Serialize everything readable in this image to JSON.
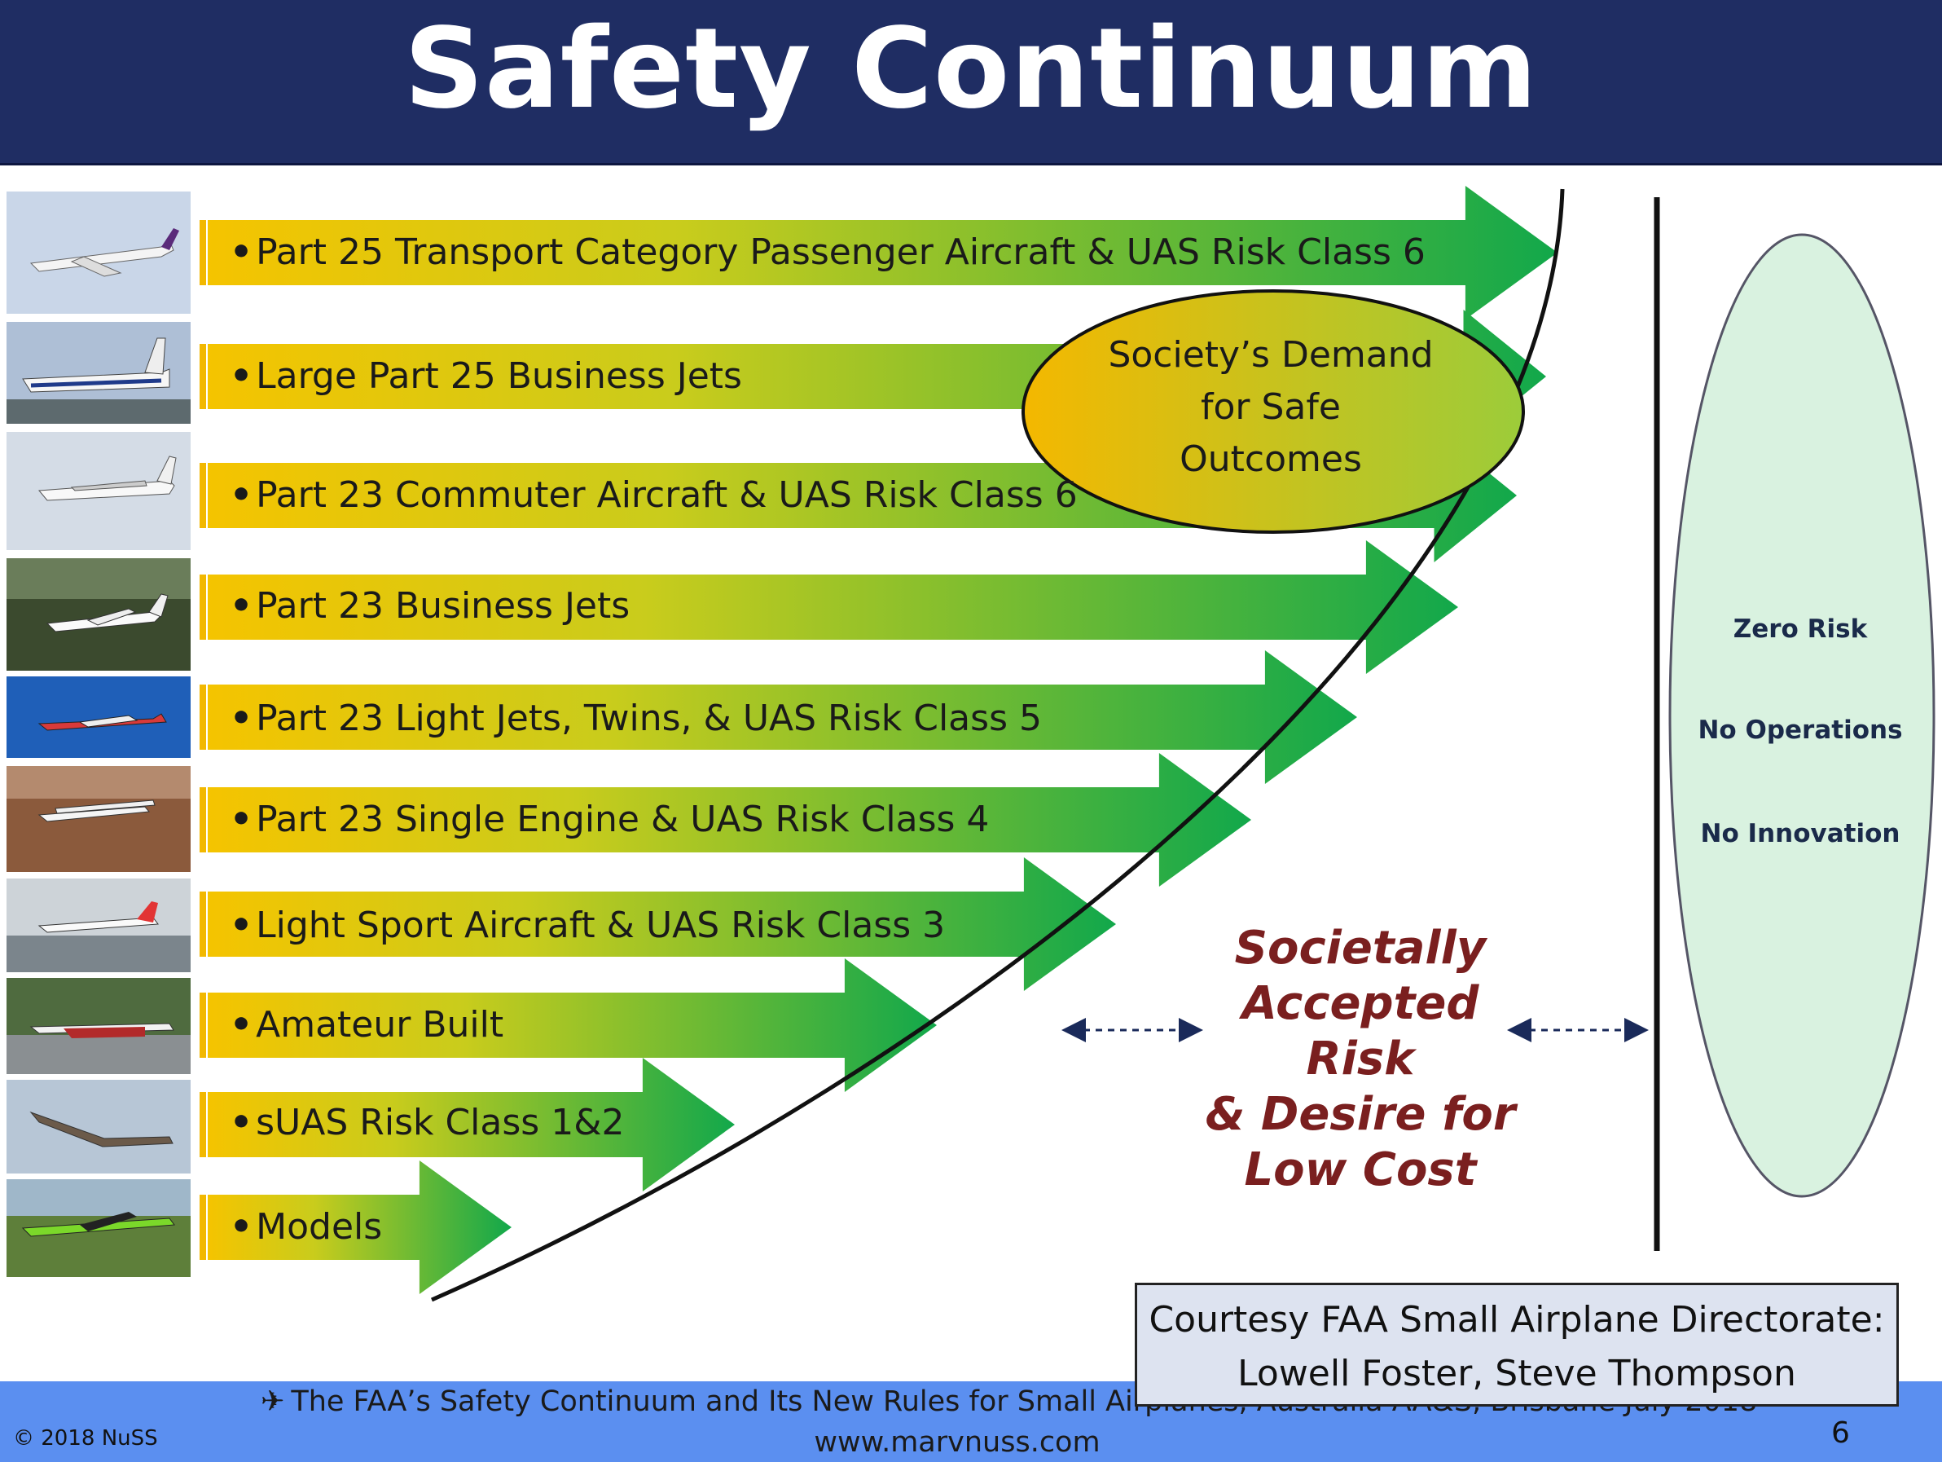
{
  "title": "Safety Continuum",
  "arrows": [
    {
      "label": "Part 25 Transport Category Passenger Aircraft & UAS Risk Class 6"
    },
    {
      "label": "Large Part 25 Business Jets"
    },
    {
      "label": "Part 23 Commuter Aircraft & UAS Risk Class 6"
    },
    {
      "label": "Part 23 Business Jets"
    },
    {
      "label": "Part 23 Light Jets, Twins, & UAS Risk Class 5"
    },
    {
      "label": "Part 23 Single Engine & UAS Risk Class 4"
    },
    {
      "label": "Light Sport Aircraft & UAS Risk Class 3"
    },
    {
      "label": "Amateur Built"
    },
    {
      "label": "sUAS Risk Class 1&2"
    },
    {
      "label": "Models"
    }
  ],
  "bullet": "•",
  "demand": {
    "line1": "Society’s Demand",
    "line2": "for Safe",
    "line3": "Outcomes"
  },
  "accepted": {
    "line1": "Societally",
    "line2": "Accepted",
    "line3": "Risk",
    "line4": "& Desire for",
    "line5": "Low Cost"
  },
  "oval": {
    "line1": "Zero Risk",
    "line2": "No Operations",
    "line3": "No Innovation"
  },
  "courtesy": {
    "line1": "Courtesy FAA Small Airplane Directorate:",
    "line2": "Lowell Foster, Steve Thompson"
  },
  "footer": {
    "plane_glyph": "✈",
    "text": "The FAA’s Safety Continuum and Its New Rules for Small Airplanes, Australia AA&S, Brisbane July 2018",
    "url": "www.marvnuss.com",
    "copyright": "© 2018 NuSS",
    "page": "6"
  },
  "colors": {
    "title_bar": "#1f2d63",
    "arrow_start": "#f5c400",
    "arrow_end": "#14a84a",
    "oval_fill": "#d9f2e0",
    "accepted_text": "#7a1f1f",
    "footer_band": "#5b8ff0"
  },
  "icons": [
    "airliner-photo",
    "business-jet-photo",
    "commuter-photo",
    "bizjet-photo",
    "light-jet-photo",
    "single-engine-photo",
    "light-sport-photo",
    "amateur-built-photo",
    "suas-photo",
    "model-aircraft-photo"
  ]
}
